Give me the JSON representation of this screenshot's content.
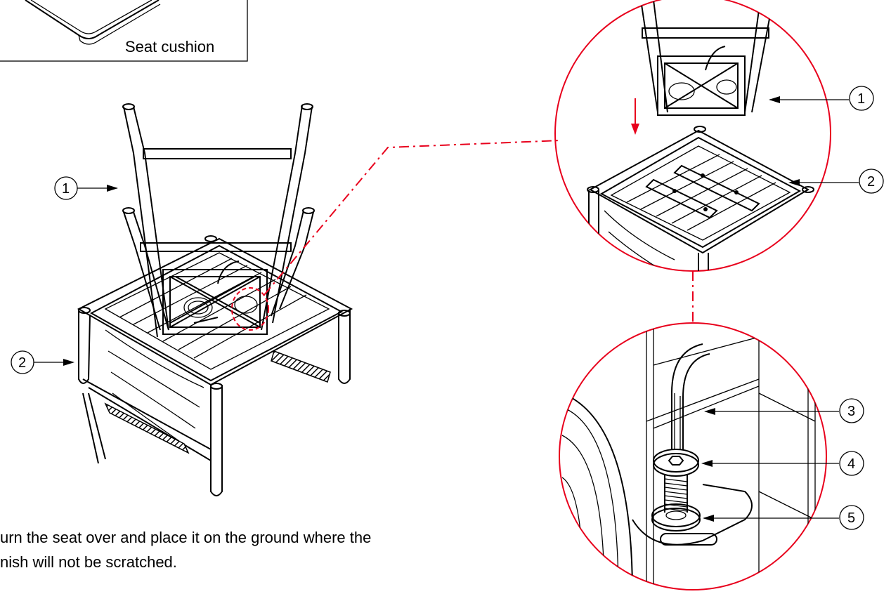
{
  "legend": {
    "seat_cushion_label": "Seat cushion"
  },
  "callouts": {
    "main_1": "1",
    "main_2": "2",
    "detail_1": "1",
    "detail_2": "2",
    "detail_3": "3",
    "detail_4": "4",
    "detail_5": "5"
  },
  "instruction": {
    "line1": "urn the seat over and place it on the ground where the",
    "line2": "nish will not be scratched."
  },
  "colors": {
    "highlight": "#e8001c",
    "ink": "#000000"
  }
}
